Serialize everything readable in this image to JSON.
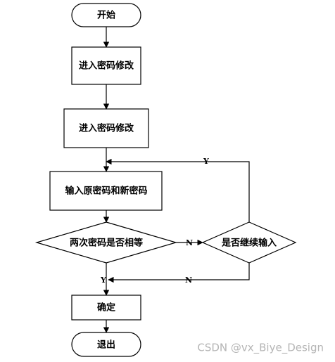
{
  "flowchart": {
    "nodes": {
      "start": "开始",
      "step1": "进入密码修改",
      "step2": "进入密码修改",
      "input": "输入原密码和新密码",
      "check": "两次密码是否相等",
      "continue": "是否继续输入",
      "confirm": "确定",
      "exit": "退出"
    },
    "edges": {
      "check_no": "N",
      "check_yes": "Y",
      "continue_yes": "Y",
      "continue_no": "N"
    }
  },
  "watermark": "CSDN @vx_Biye_Design",
  "colors": {
    "stroke": "#000000",
    "fill": "#ffffff",
    "watermark": "#b5b5b5"
  }
}
